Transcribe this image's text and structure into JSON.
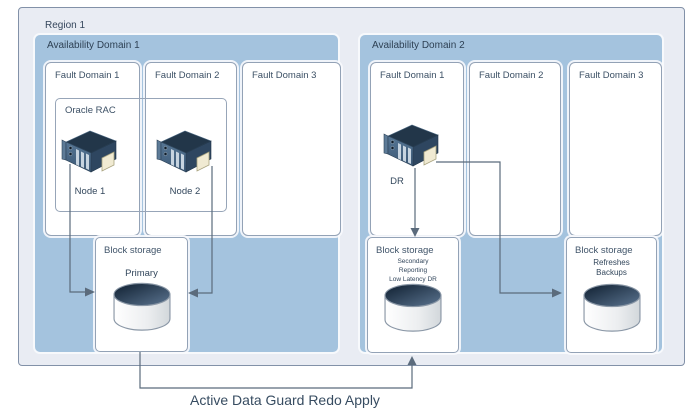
{
  "region": {
    "label": "Region 1"
  },
  "availability_domains": [
    {
      "label": "Availability Domain 1",
      "fault_domains": [
        {
          "label": "Fault Domain 1"
        },
        {
          "label": "Fault Domain 2"
        },
        {
          "label": "Fault Domain 3"
        }
      ],
      "oracle_rac": {
        "label": "Oracle RAC",
        "nodes": [
          {
            "label": "Node 1"
          },
          {
            "label": "Node 2"
          }
        ]
      },
      "block_storage": {
        "title": "Block storage",
        "lines": [
          "Primary"
        ]
      }
    },
    {
      "label": "Availability Domain 2",
      "fault_domains": [
        {
          "label": "Fault Domain 1"
        },
        {
          "label": "Fault Domain 2"
        },
        {
          "label": "Fault Domain 3"
        }
      ],
      "dr_server": {
        "label": "DR"
      },
      "block_storage_secondary": {
        "title": "Block storage",
        "lines": [
          "Secondary",
          "Reporting",
          "Low Latency DR"
        ]
      },
      "block_storage_backup": {
        "title": "Block storage",
        "lines": [
          "Refreshes",
          "Backups"
        ]
      }
    }
  ],
  "annotation": {
    "label": "Active Data Guard Redo Apply"
  },
  "connections": [
    {
      "from": "Node 1",
      "to": "Primary block storage"
    },
    {
      "from": "Node 2",
      "to": "Primary block storage"
    },
    {
      "from": "DR",
      "to": "Secondary block storage"
    },
    {
      "from": "DR",
      "to": "Refreshes Backups block storage"
    },
    {
      "from": "Primary block storage",
      "to": "Secondary block storage",
      "label": "Active Data Guard Redo Apply"
    }
  ],
  "colors": {
    "region_fill": "#e9ecf3",
    "region_border": "#8291a8",
    "availability_domain_fill": "#a4c3de",
    "box_border": "#93a2b6",
    "label_text": "#33475c",
    "connector": "#5b6b7c",
    "cylinder_top": "#16283c",
    "server_top": "#223649"
  },
  "icons": {
    "server": "server-icon",
    "database": "database-cylinder-icon"
  }
}
